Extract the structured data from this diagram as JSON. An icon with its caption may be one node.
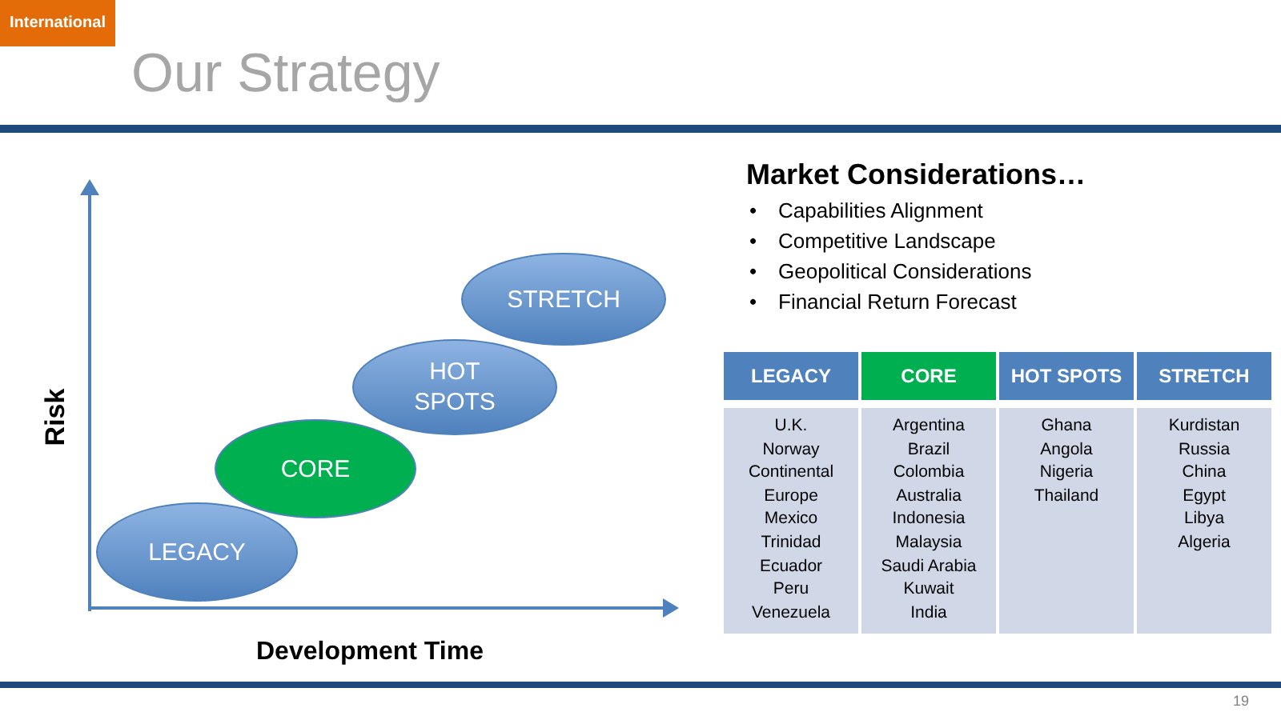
{
  "diagram": {
    "title": "Our Strategy",
    "nodes": [
      {
        "text": [
          "LEGACY"
        ]
      },
      {
        "text": [
          "CORE"
        ]
      },
      {
        "text": [
          "HOT SPOTS"
        ]
      },
      {
        "text": [
          "STRETCH"
        ]
      }
    ],
    "labels": [
      "International",
      "Risk",
      "Development Time",
      "Market Considerations…",
      "•",
      "Capabilities Alignment",
      "•",
      "Competitive Landscape",
      "•",
      "Geopolitical Considerations",
      "•",
      "Financial Return Forecast",
      "LEGACY",
      "CORE",
      "HOT SPOTS",
      "STRETCH",
      "U.K.",
      "Argentina",
      "Ghana",
      "Kurdistan",
      "Norway",
      "Brazil",
      "Angola",
      "Russia",
      "Continental",
      "Colombia",
      "Nigeria",
      "China",
      "Europe",
      "Australia",
      "Thailand",
      "Egypt",
      "Mexico",
      "Indonesia",
      "Libya",
      "Trinidad",
      "Malaysia",
      "Algeria",
      "Ecuador",
      "Saudi Arabia",
      "Peru",
      "Kuwait",
      "Venezuela",
      "India",
      "19"
    ]
  }
}
